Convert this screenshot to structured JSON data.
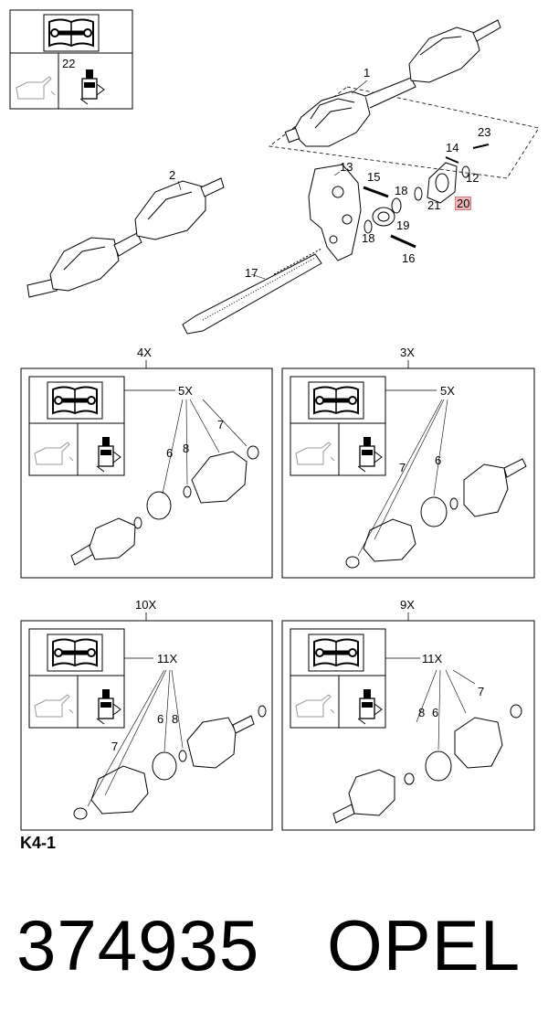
{
  "main_diagram": {
    "callouts": [
      {
        "id": "c1",
        "text": "1"
      },
      {
        "id": "c2",
        "text": "2"
      },
      {
        "id": "c12",
        "text": "12"
      },
      {
        "id": "c13",
        "text": "13"
      },
      {
        "id": "c14",
        "text": "14"
      },
      {
        "id": "c15",
        "text": "15"
      },
      {
        "id": "c16",
        "text": "16"
      },
      {
        "id": "c17",
        "text": "17"
      },
      {
        "id": "c18a",
        "text": "18"
      },
      {
        "id": "c18b",
        "text": "18"
      },
      {
        "id": "c19",
        "text": "19"
      },
      {
        "id": "c20",
        "text": "20"
      },
      {
        "id": "c21",
        "text": "21"
      },
      {
        "id": "c22",
        "text": "22"
      },
      {
        "id": "c23",
        "text": "23"
      }
    ],
    "highlighted_callout": "20"
  },
  "kits": [
    {
      "multiplier": "4X",
      "kit_qty": "5X",
      "labels": [
        "6",
        "8",
        "7"
      ]
    },
    {
      "multiplier": "3X",
      "kit_qty": "5X",
      "labels": [
        "7",
        "6"
      ]
    },
    {
      "multiplier": "10X",
      "kit_qty": "11X",
      "labels": [
        "7",
        "6",
        "8"
      ]
    },
    {
      "multiplier": "9X",
      "kit_qty": "11X",
      "labels": [
        "7",
        "8",
        "6"
      ]
    }
  ],
  "diagram_code": "K4-1",
  "footer": {
    "part_number": "374935",
    "brand": "OPEL"
  },
  "icons": [
    "manual-icon",
    "oil-can-icon",
    "grease-tube-icon"
  ]
}
